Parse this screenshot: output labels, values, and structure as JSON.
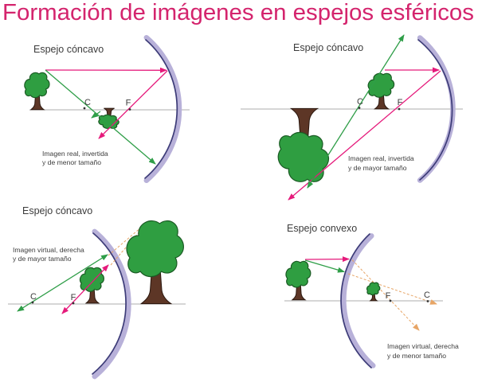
{
  "heading": "Formación de imágenes en espejos esféricos",
  "colors": {
    "heading": "#d4246d",
    "magenta": "#e51a7b",
    "green": "#2f9e48",
    "orange": "#e7a566",
    "mirror-band": "#b8b1d9",
    "mirror-edge": "#3d3c78",
    "axis": "#aeaeae",
    "foliage": "#2f9e41",
    "foliage-edge": "#1a5a23",
    "trunk": "#5d3626",
    "trunk-edge": "#2a170e",
    "text": "#3c3c3c"
  },
  "panels": [
    {
      "title": "Espejo cóncavo",
      "caption": [
        "Imagen real, invertida",
        "y de menor tamaño"
      ],
      "labels": {
        "c": "C",
        "f": "F"
      }
    },
    {
      "title": "Espejo cóncavo",
      "caption": [
        "Imagen real, invertida",
        "y de mayor tamaño"
      ],
      "labels": {
        "c": "C",
        "f": "F"
      }
    },
    {
      "title": "Espejo cóncavo",
      "caption": [
        "Imagen virtual, derecha",
        "y de mayor tamaño"
      ],
      "labels": {
        "c": "C",
        "f": "F"
      }
    },
    {
      "title": "Espejo convexo",
      "caption": [
        "Imagen virtual, derecha",
        "y de menor tamaño"
      ],
      "labels": {
        "c": "C",
        "f": "F"
      }
    }
  ]
}
